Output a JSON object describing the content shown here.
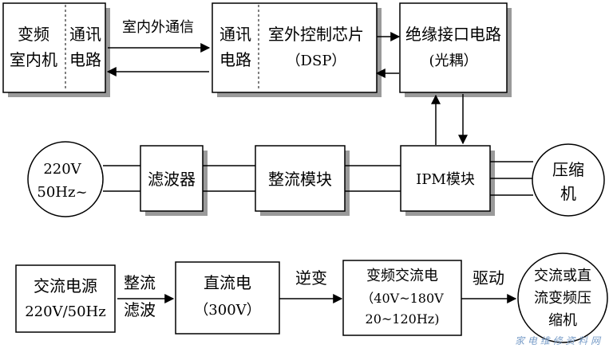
{
  "top_row": {
    "indoor_unit": {
      "left": [
        "变频",
        "室内机"
      ],
      "right": [
        "通讯",
        "电路"
      ]
    },
    "link_label": "室内外通信",
    "outdoor_chip": {
      "left": [
        "通讯",
        "电路"
      ],
      "right": [
        "室外控制芯片",
        "（DSP）"
      ]
    },
    "isolation": [
      "绝缘接口电路",
      "(光耦）"
    ]
  },
  "middle_row": {
    "source": [
      "220V",
      "50Hz~"
    ],
    "filter": "滤波器",
    "rectifier": "整流模块",
    "ipm": "IPM模块",
    "compressor": [
      "压缩",
      "机"
    ]
  },
  "bottom_row": {
    "ac_source": [
      "交流电源",
      "220V/50Hz"
    ],
    "step1": [
      "整流",
      "滤波"
    ],
    "dc": [
      "直流电",
      "（300V）"
    ],
    "step2": "逆变",
    "vf_ac": [
      "变频交流电",
      "（40V~180V",
      "20~120Hz)"
    ],
    "step3": "驱动",
    "compressor": [
      "交流或直",
      "流变频压",
      "缩机"
    ]
  },
  "watermark": "家 电 维 修 资 料 网"
}
